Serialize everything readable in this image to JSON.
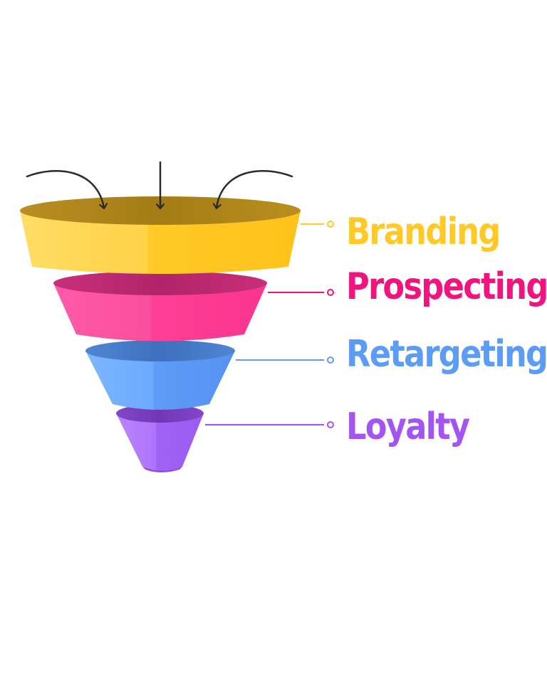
{
  "funnel": {
    "stages": [
      {
        "label": "Branding",
        "color": "#FFC928"
      },
      {
        "label": "Prospecting",
        "color": "#F0147F"
      },
      {
        "label": "Retargeting",
        "color": "#5C9CF5"
      },
      {
        "label": "Loyalty",
        "color": "#A454F0"
      }
    ],
    "arrows": [
      "arrow-left-curved-icon",
      "arrow-down-icon",
      "arrow-right-curved-icon"
    ]
  }
}
